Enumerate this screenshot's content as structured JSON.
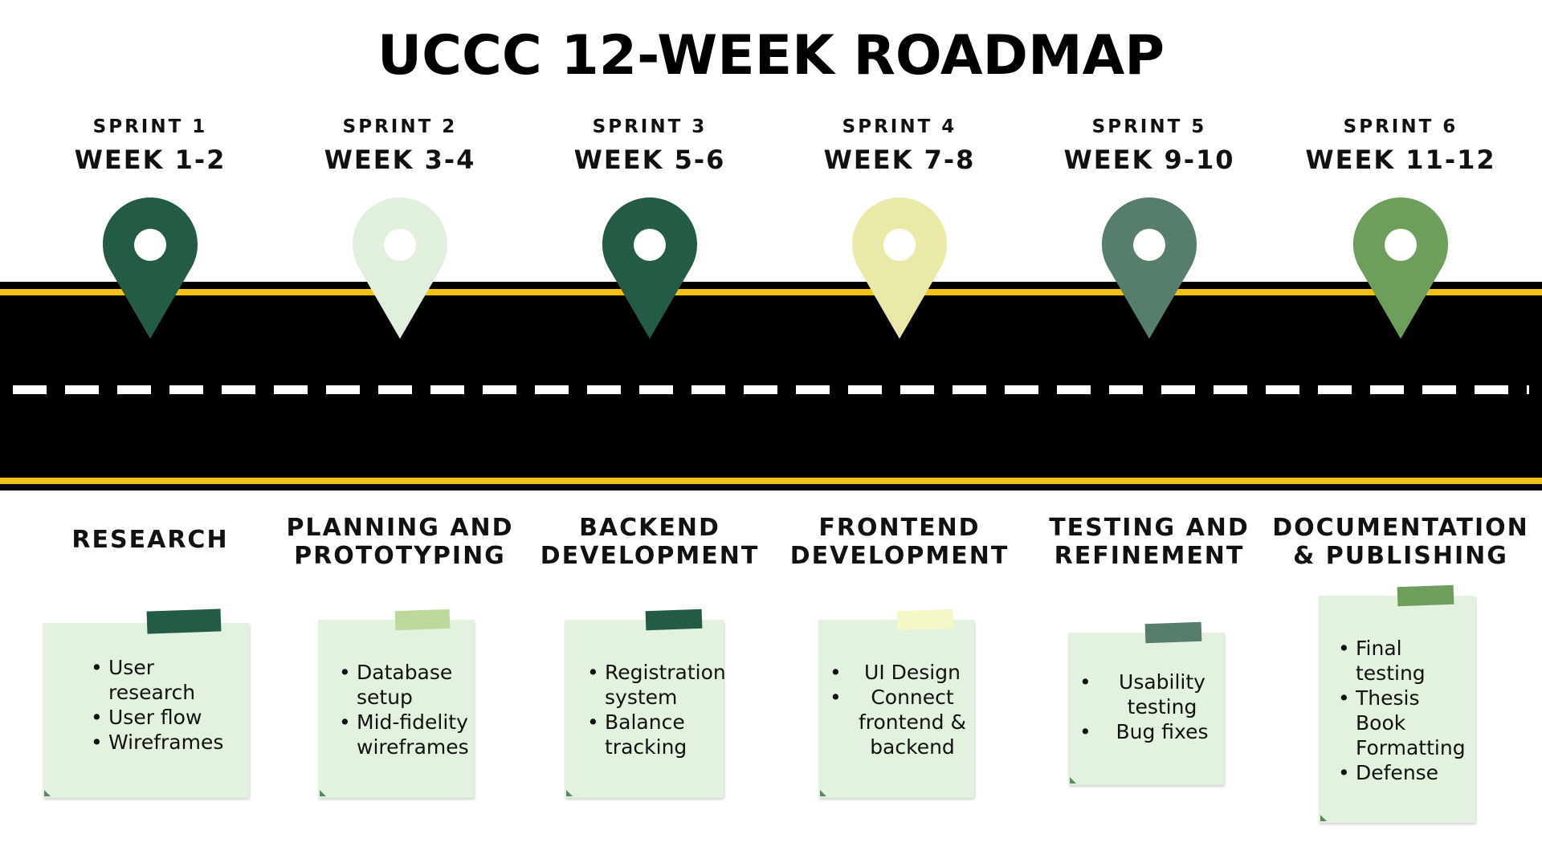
{
  "title": "UCCC 12-WEEK ROADMAP",
  "colors": {
    "dark_green": "#245b45",
    "pale_green": "#e0f0dc",
    "mid_green": "#577e6b",
    "light_yellow": "#eaeaa8",
    "olive_green": "#6e9e5b",
    "road": "#000000",
    "road_line": "#f2c21b",
    "note_bg": "#e2f2de"
  },
  "sprints": [
    {
      "sprint": "SPRINT 1",
      "weeks": "WEEK 1-2",
      "pin_color": "#245b45",
      "phase_lines": [
        "RESEARCH"
      ],
      "tape_color": "#245b45",
      "tasks": [
        "User research",
        "User flow",
        "Wireframes"
      ]
    },
    {
      "sprint": "SPRINT 2",
      "weeks": "WEEK 3-4",
      "pin_color": "#e0f0dc",
      "phase_lines": [
        "PLANNING AND",
        "PROTOTYPING"
      ],
      "tape_color": "#bcd99b",
      "tasks": [
        "Database setup",
        "Mid-fidelity wireframes"
      ]
    },
    {
      "sprint": "SPRINT 3",
      "weeks": "WEEK 5-6",
      "pin_color": "#245b45",
      "phase_lines": [
        "BACKEND",
        "DEVELOPMENT"
      ],
      "tape_color": "#245b45",
      "tasks": [
        "Registration system",
        "Balance tracking"
      ]
    },
    {
      "sprint": "SPRINT 4",
      "weeks": "WEEK 7-8",
      "pin_color": "#eaeaa8",
      "phase_lines": [
        "FRONTEND",
        "DEVELOPMENT"
      ],
      "tape_color": "#f6f7c8",
      "tasks": [
        "UI Design",
        "Connect frontend & backend"
      ]
    },
    {
      "sprint": "SPRINT 5",
      "weeks": "WEEK 9-10",
      "pin_color": "#577e6b",
      "phase_lines": [
        "TESTING AND",
        "REFINEMENT"
      ],
      "tape_color": "#577e6b",
      "tasks": [
        "Usability testing",
        "Bug fixes"
      ]
    },
    {
      "sprint": "SPRINT 6",
      "weeks": "WEEK 11-12",
      "pin_color": "#6e9e5b",
      "phase_lines": [
        "DOCUMENTATION",
        "& PUBLISHING"
      ],
      "tape_color": "#6e9e5b",
      "tasks": [
        "Final testing",
        "Thesis Book Formatting",
        "Defense"
      ]
    }
  ]
}
